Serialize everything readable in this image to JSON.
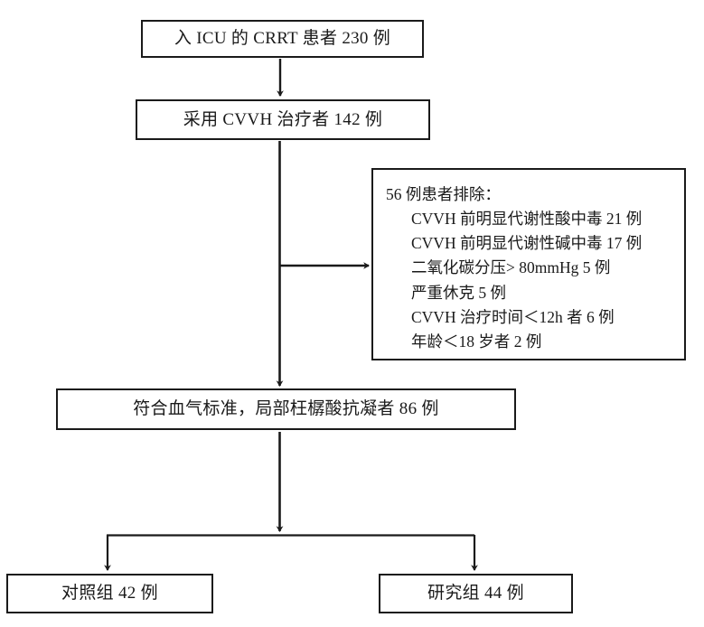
{
  "diagram": {
    "type": "flowchart",
    "title": "CRRT patient screening and grouping flowchart",
    "orientation": "top-to-bottom",
    "line_color": "#1a1a1a",
    "box_fill": "#ffffff"
  },
  "nodes": {
    "intake": {
      "label": "入 ICU 的 CRRT 患者 230 例",
      "count": 230
    },
    "cvvh": {
      "label": "采用 CVVH 治疗者 142 例",
      "count": 142
    },
    "exclusion": {
      "heading": "56 例患者排除：",
      "total": 56,
      "items": [
        {
          "label": "CVVH 前明显代谢性酸中毒 21 例",
          "count": 21
        },
        {
          "label": "CVVH 前明显代谢性碱中毒 17 例",
          "count": 17
        },
        {
          "label": "二氧化碳分压> 80mmHg 5 例",
          "count": 5
        },
        {
          "label": "严重休克 5 例",
          "count": 5
        },
        {
          "label": "CVVH 治疗时间＜12h 者 6 例",
          "count": 6
        },
        {
          "label": "年龄＜18 岁者 2 例",
          "count": 2
        }
      ]
    },
    "eligible": {
      "label": "符合血气标准，局部枉樼酸抗凝者 86 例",
      "count": 86
    },
    "control_group": {
      "label": "对照组 42 例",
      "count": 42
    },
    "study_group": {
      "label": "研究组 44 例",
      "count": 44
    }
  },
  "edges": [
    {
      "from": "intake",
      "to": "cvvh",
      "style": "arrow-down"
    },
    {
      "from": "cvvh",
      "to": "exclusion",
      "style": "arrow-right-branch"
    },
    {
      "from": "cvvh",
      "to": "eligible",
      "style": "arrow-down"
    },
    {
      "from": "eligible",
      "to": "control_group",
      "style": "arrow-split-left"
    },
    {
      "from": "eligible",
      "to": "study_group",
      "style": "arrow-split-right"
    }
  ]
}
